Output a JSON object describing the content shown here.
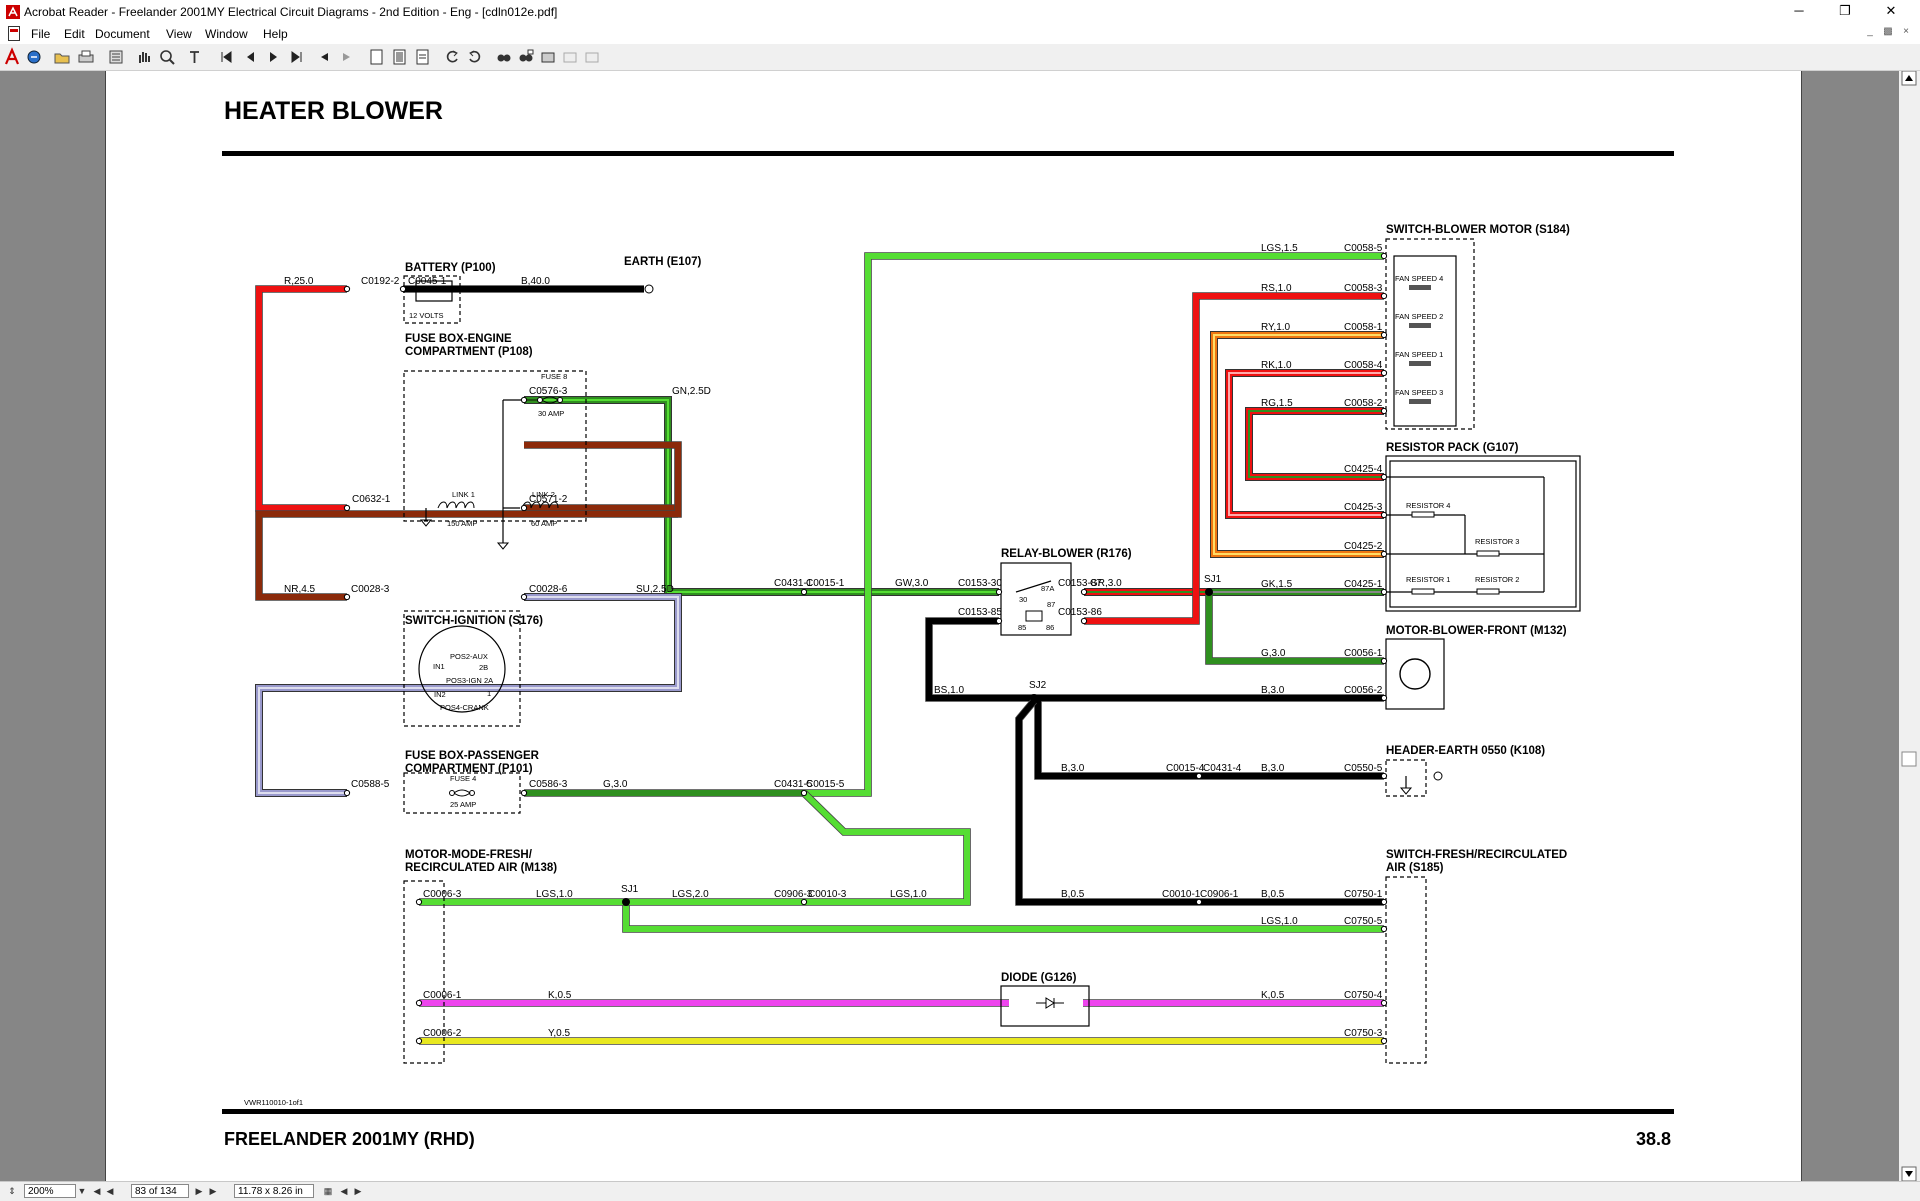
{
  "window": {
    "title": "Acrobat Reader - Freelander 2001MY Electrical Circuit Diagrams - 2nd Edition - Eng - [cdln012e.pdf]",
    "controls": {
      "minimize": "─",
      "restore": "❐",
      "close": "✕"
    }
  },
  "menu": {
    "items": [
      "File",
      "Edit",
      "Document",
      "View",
      "Window",
      "Help"
    ]
  },
  "status": {
    "zoom": "200%",
    "page": "83 of 134",
    "size": "11.78 x 8.26 in"
  },
  "page": {
    "title": "HEATER BLOWER",
    "footer_left": "FREELANDER 2001MY (RHD)",
    "footer_right": "38.8",
    "ref": "VWR110010-1of1"
  },
  "components": [
    {
      "id": "battery",
      "lines": [
        "BATTERY (P100)"
      ]
    },
    {
      "id": "earth-e107",
      "lines": [
        "EARTH (E107)"
      ]
    },
    {
      "id": "fusebox-engine",
      "lines": [
        "FUSE BOX-ENGINE",
        "COMPARTMENT (P108)"
      ]
    },
    {
      "id": "switch-ignition",
      "lines": [
        "SWITCH-IGNITION (S176)"
      ]
    },
    {
      "id": "fusebox-passenger",
      "lines": [
        "FUSE BOX-PASSENGER",
        "COMPARTMENT (P101)"
      ]
    },
    {
      "id": "motor-mode",
      "lines": [
        "MOTOR-MODE-FRESH/",
        "RECIRCULATED AIR (M138)"
      ]
    },
    {
      "id": "relay-blower",
      "lines": [
        "RELAY-BLOWER (R176)"
      ]
    },
    {
      "id": "switch-blower",
      "lines": [
        "SWITCH-BLOWER MOTOR (S184)"
      ]
    },
    {
      "id": "resistor-pack",
      "lines": [
        "RESISTOR PACK (G107)"
      ]
    },
    {
      "id": "motor-blower",
      "lines": [
        "MOTOR-BLOWER-FRONT (M132)"
      ]
    },
    {
      "id": "header-earth",
      "lines": [
        "HEADER-EARTH 0550 (K108)"
      ]
    },
    {
      "id": "switch-fresh",
      "lines": [
        "SWITCH-FRESH/RECIRCULATED",
        "AIR (S185)"
      ]
    },
    {
      "id": "diode",
      "lines": [
        "DIODE (G126)"
      ]
    }
  ],
  "inner_labels": [
    {
      "id": "battery-volts",
      "text": "12 VOLTS"
    },
    {
      "id": "fuse8",
      "text": "FUSE 8"
    },
    {
      "id": "fuse8-amp",
      "text": "30 AMP"
    },
    {
      "id": "link1",
      "text": "LINK 1"
    },
    {
      "id": "link1-amp",
      "text": "150 AMP"
    },
    {
      "id": "link2",
      "text": "LINK 2"
    },
    {
      "id": "link2-amp",
      "text": "60 AMP"
    },
    {
      "id": "fuse4",
      "text": "FUSE 4"
    },
    {
      "id": "fuse4-amp",
      "text": "25 AMP"
    },
    {
      "id": "ign-aux",
      "text": "POS2-AUX"
    },
    {
      "id": "ign-in1",
      "text": "IN1"
    },
    {
      "id": "ign-2b",
      "text": "2B"
    },
    {
      "id": "ign-pos3",
      "text": "POS3-IGN"
    },
    {
      "id": "ign-2a",
      "text": "2A"
    },
    {
      "id": "ign-in2",
      "text": "IN2"
    },
    {
      "id": "ign-1",
      "text": "1"
    },
    {
      "id": "ign-pos4",
      "text": "POS4-CRANK"
    },
    {
      "id": "relay-30",
      "text": "30"
    },
    {
      "id": "relay-87a",
      "text": "87A"
    },
    {
      "id": "relay-87",
      "text": "87"
    },
    {
      "id": "relay-85",
      "text": "85"
    },
    {
      "id": "relay-86",
      "text": "86"
    },
    {
      "id": "fan4",
      "text": "FAN SPEED 4"
    },
    {
      "id": "fan2",
      "text": "FAN SPEED 2"
    },
    {
      "id": "fan1",
      "text": "FAN SPEED 1"
    },
    {
      "id": "fan3",
      "text": "FAN SPEED 3"
    },
    {
      "id": "res4",
      "text": "RESISTOR 4"
    },
    {
      "id": "res3",
      "text": "RESISTOR 3"
    },
    {
      "id": "res1",
      "text": "RESISTOR 1"
    },
    {
      "id": "res2",
      "text": "RESISTOR 2"
    }
  ],
  "connectors": [
    "C0192-2",
    "C0045-1",
    "C0632-1",
    "C0576-3",
    "C0571-2",
    "C0028-3",
    "C0028-6",
    "C0588-5",
    "C0586-3",
    "C0431-1",
    "C0015-1",
    "C0431-5",
    "C0015-5",
    "C0153-30",
    "C0153-85",
    "C0153-87",
    "C0153-86",
    "C0058-5",
    "C0058-3",
    "C0058-1",
    "C0058-4",
    "C0058-2",
    "C0425-4",
    "C0425-3",
    "C0425-2",
    "C0425-1",
    "C0056-1",
    "C0056-2",
    "C0015-4",
    "C0431-4",
    "C0550-5",
    "C0006-3",
    "C0906-3",
    "C0010-3",
    "C0010-1",
    "C0906-1",
    "C0750-1",
    "C0750-5",
    "C0006-1",
    "C0750-4",
    "C0006-2",
    "C0750-3"
  ],
  "wire_labels": [
    "R,25.0",
    "B,40.0",
    "GN,2.5D",
    "NR,4.5",
    "SU,2.5D",
    "G,3.0",
    "GW,3.0",
    "GR,3.0",
    "GK,1.5",
    "LGS,1.5",
    "RS,1.0",
    "RY,1.0",
    "RK,1.0",
    "RG,1.5",
    "G,3.0",
    "B,3.0",
    "BS,1.0",
    "B,3.0",
    "B,3.0",
    "LGS,1.0",
    "LGS,2.0",
    "LGS,1.0",
    "B,0.5",
    "B,0.5",
    "LGS,1.0",
    "K,0.5",
    "K,0.5",
    "Y,0.5"
  ],
  "splices": [
    "SJ1",
    "SJ2",
    "SJ1"
  ],
  "colors": {
    "red": "#ee1111",
    "black": "#000000",
    "green": "#2f8f1f",
    "lightgreen": "#55dd33",
    "brown": "#8b2a0a",
    "lilac": "#9999cc",
    "pink": "#ee44ee",
    "yellow": "#e8e820",
    "orange": "#ee7711",
    "chrome_bg": "#f0f0f0",
    "pane_gray": "#868686"
  },
  "toolbar": {
    "icons": [
      "acrobat-icon",
      "search-web-icon",
      "open-icon",
      "print-icon",
      "save-icon",
      "hand-tool-icon",
      "zoom-tool-icon",
      "text-select-icon",
      "first-page-icon",
      "prev-page-icon",
      "next-page-icon",
      "last-page-icon",
      "go-back-icon",
      "go-forward-icon",
      "actual-size-icon",
      "fit-page-icon",
      "fit-width-icon",
      "rotate-left-icon",
      "rotate-right-icon",
      "find-icon",
      "search-icon",
      "spell-icon",
      "tool-a-icon",
      "tool-b-icon"
    ]
  }
}
